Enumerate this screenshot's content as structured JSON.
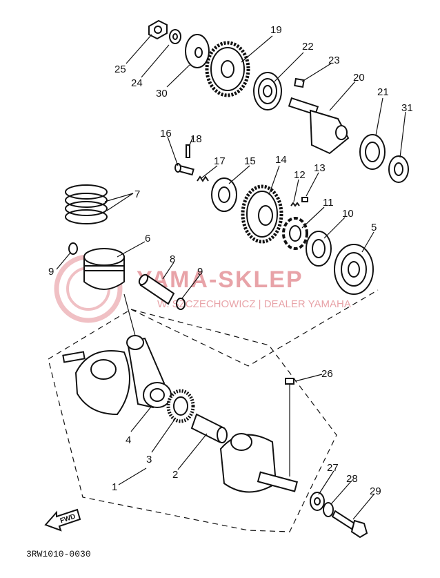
{
  "diagram_code": "3RW1010-0030",
  "watermark": {
    "title": "YAMA-SKLEP",
    "subtitle": "W. SZCZECHOWICZ | DEALER YAMAHA"
  },
  "fwd_label": "FWD",
  "callouts": {
    "p1": "1",
    "p2": "2",
    "p3": "3",
    "p4": "4",
    "p5": "5",
    "p6": "6",
    "p7": "7",
    "p8": "8",
    "p9a": "9",
    "p9b": "9",
    "p10": "10",
    "p11": "11",
    "p12": "12",
    "p13": "13",
    "p14": "14",
    "p15": "15",
    "p16": "16",
    "p17": "17",
    "p18": "18",
    "p19": "19",
    "p20": "20",
    "p21": "21",
    "p22": "22",
    "p23": "23",
    "p24": "24",
    "p25": "25",
    "p26": "26",
    "p27": "27",
    "p28": "28",
    "p29": "29",
    "p30": "30",
    "p31": "31"
  }
}
